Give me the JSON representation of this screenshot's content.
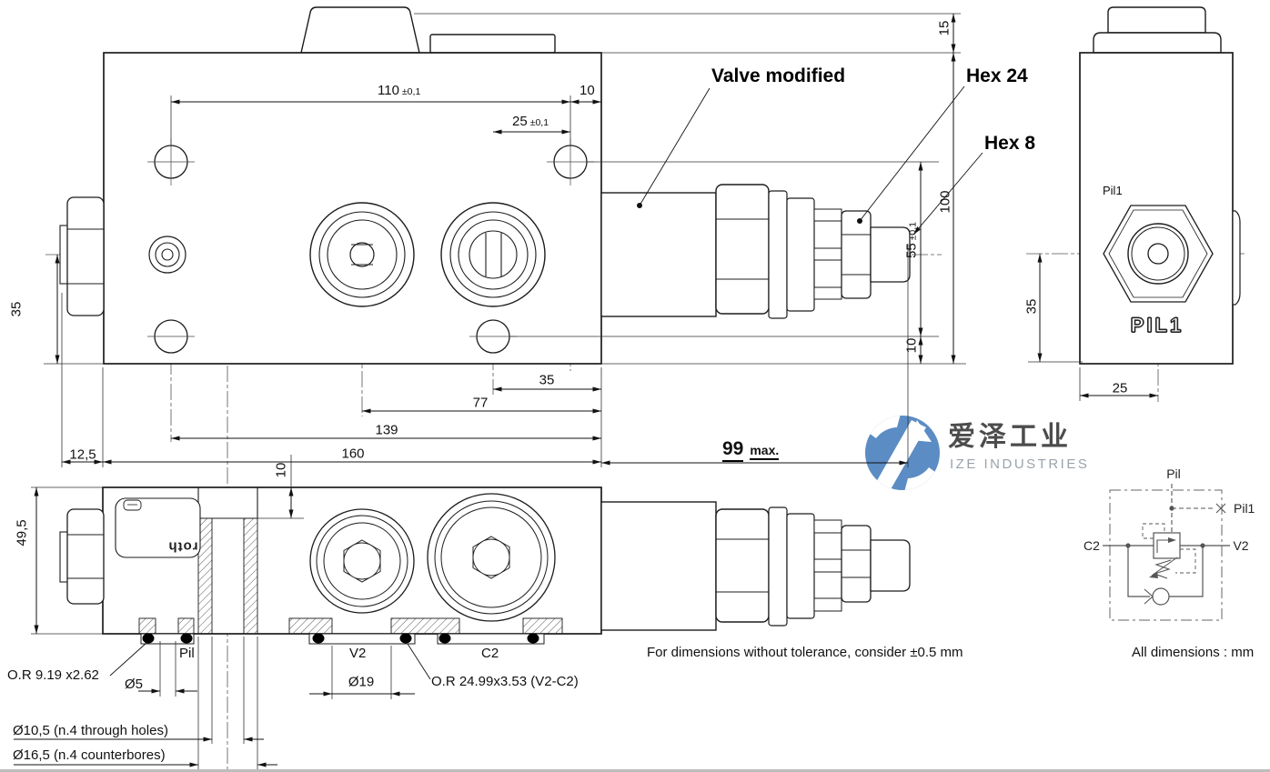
{
  "labels": {
    "valve_modified": "Valve modified",
    "hex24": "Hex 24",
    "hex8": "Hex 8",
    "pil": "Pil",
    "v2": "V2",
    "c2": "C2",
    "or_small": "O.R 9.19 x2.62",
    "or_large": "O.R 24.99x3.53 (V2-C2)",
    "dia5": "Ø5",
    "dia19": "Ø19",
    "dia105": "Ø10,5 (n.4 through holes)",
    "dia165": "Ø16,5 (n.4 counterbores)",
    "roth": "roth"
  },
  "dims": {
    "d110": "110",
    "d110_tol": "±0,1",
    "d10_top": "10",
    "d25": "25",
    "d25_tol": "±0,1",
    "d35_left": "35",
    "d15": "15",
    "d100": "100",
    "d55": "55",
    "d55_tol": "±0,1",
    "d10_right": "10",
    "d35_chain": "35",
    "d77": "77",
    "d139": "139",
    "d160": "160",
    "d12_5": "12,5",
    "d10_pocket": "10",
    "d99": "99",
    "d99_suffix": "max.",
    "d49_5": "49,5"
  },
  "right_view": {
    "pil1_label": "Pil1",
    "pil1_engraved": "PIL1",
    "d35": "35",
    "d25": "25"
  },
  "schematic": {
    "pil": "Pil",
    "pil1": "Pil1",
    "c2": "C2",
    "v2": "V2"
  },
  "notes": {
    "tolerance": "For dimensions without tolerance, consider ±0.5 mm",
    "units": "All dimensions : mm"
  },
  "watermark": {
    "cn": "爱泽工业",
    "en": "IZE INDUSTRIES",
    "brand_blue": "#5b8cc4"
  }
}
